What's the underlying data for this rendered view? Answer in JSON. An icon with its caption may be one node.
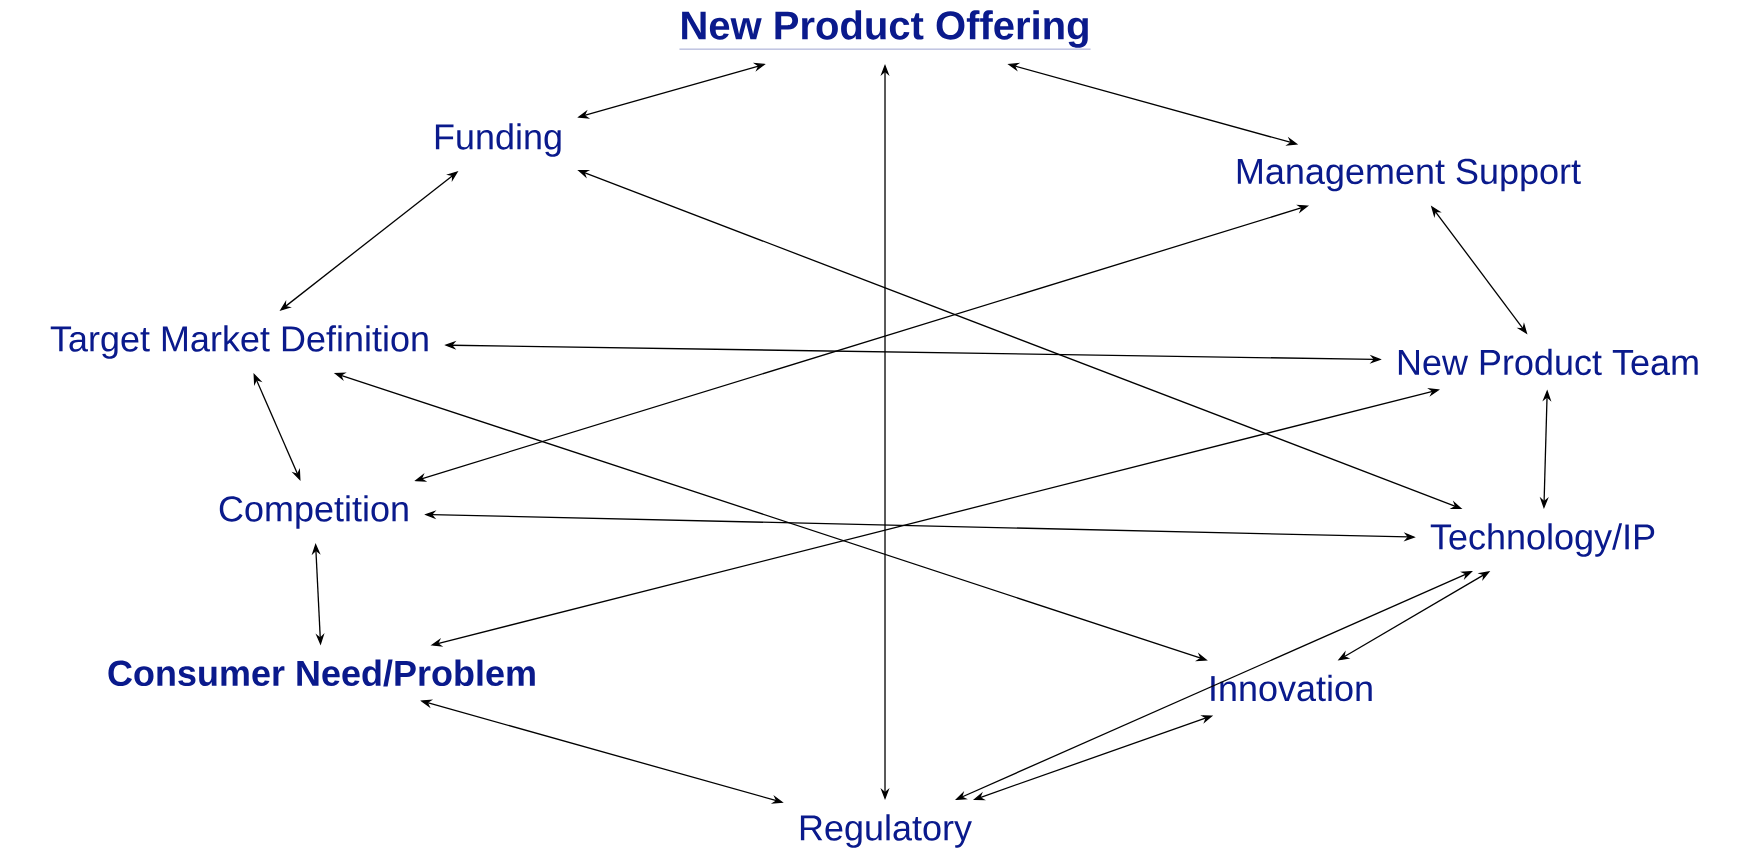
{
  "diagram": {
    "nodes": [
      {
        "text": [
          "New Product Offering"
        ]
      },
      {
        "text": [
          "Funding"
        ]
      },
      {
        "text": [
          "Management Support"
        ]
      },
      {
        "text": [
          "Target Market Definition"
        ]
      },
      {
        "text": [
          "New Product Team"
        ]
      },
      {
        "text": [
          "Competition"
        ]
      },
      {
        "text": [
          "Technology/IP"
        ]
      },
      {
        "text": [
          "Consumer Need/Problem"
        ]
      },
      {
        "text": [
          "Innovation"
        ]
      },
      {
        "text": [
          "Regulatory"
        ]
      }
    ],
    "edges": [
      {
        "from": 1,
        "to": 0,
        "arrow": "both"
      },
      {
        "from": 0,
        "to": 9,
        "arrow": "both"
      },
      {
        "from": 0,
        "to": 2,
        "arrow": "both"
      },
      {
        "from": 1,
        "to": 6,
        "arrow": "both"
      },
      {
        "from": 1,
        "to": 3,
        "arrow": "both"
      },
      {
        "from": 2,
        "to": 4,
        "arrow": "both"
      },
      {
        "from": 2,
        "to": 5,
        "arrow": "both"
      },
      {
        "from": 3,
        "to": 4,
        "arrow": "both"
      },
      {
        "from": 3,
        "to": 8,
        "arrow": "both"
      },
      {
        "from": 4,
        "to": 7,
        "arrow": "both"
      },
      {
        "from": 4,
        "to": 6,
        "arrow": "both"
      },
      {
        "from": 3,
        "to": 5,
        "arrow": "both"
      },
      {
        "from": 5,
        "to": 6,
        "arrow": "both"
      },
      {
        "from": 5,
        "to": 7,
        "arrow": "both"
      },
      {
        "from": 6,
        "to": 9,
        "arrow": "both"
      },
      {
        "from": 6,
        "to": 8,
        "arrow": "both"
      },
      {
        "from": 7,
        "to": 9,
        "arrow": "both"
      },
      {
        "from": 9,
        "to": 8,
        "arrow": "both"
      }
    ]
  }
}
